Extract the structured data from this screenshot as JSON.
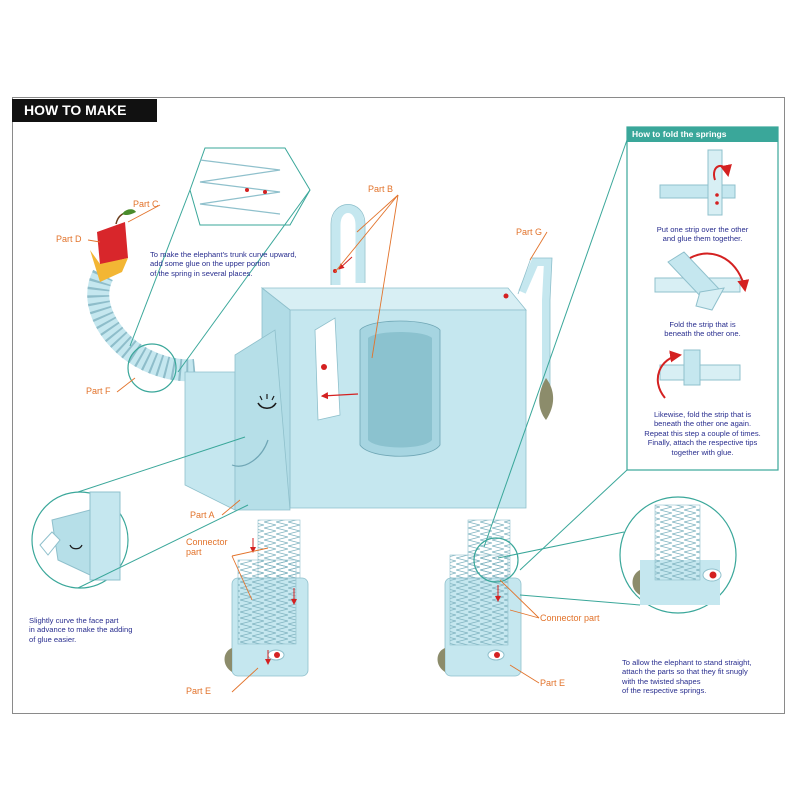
{
  "header": {
    "title": "HOW TO MAKE"
  },
  "colors": {
    "body": "#c5e7ef",
    "body_dark": "#a6d5e1",
    "ear_inner": "#9fcbd8",
    "outline": "#6fa6b5",
    "callout": "#3aa79a",
    "label": "#e2732b",
    "note": "#2a2f8f",
    "arrow": "#d42121",
    "apple": "#d8262b",
    "apple_yellow": "#f3b634"
  },
  "labels": {
    "part_a": "Part A",
    "part_b": "Part B",
    "part_c": "Part C",
    "part_d": "Part D",
    "part_e_left": "Part E",
    "part_e_right": "Part E",
    "part_f": "Part F",
    "part_g": "Part G",
    "connector_left": "Connector\npart",
    "connector_right": "Connector part"
  },
  "notes": {
    "trunk": "To make the elephant's trunk curve upward,\nadd some glue on the upper portion\nof the spring in several places.",
    "face": "Slightly curve the face part\nin advance to make the adding\nof glue easier.",
    "stand": "To allow the elephant to stand straight,\nattach the parts so that they fit snugly\nwith the twisted shapes\nof the respective springs."
  },
  "springs_panel": {
    "title": "How to fold the springs",
    "step1": "Put one strip over the other\nand glue them together.",
    "step2": "Fold the strip that is\nbeneath the other one.",
    "step3": "Likewise, fold the strip that is\nbeneath the other one again.\nRepeat this step a couple of times.\nFinally, attach the respective tips\ntogether with glue."
  }
}
